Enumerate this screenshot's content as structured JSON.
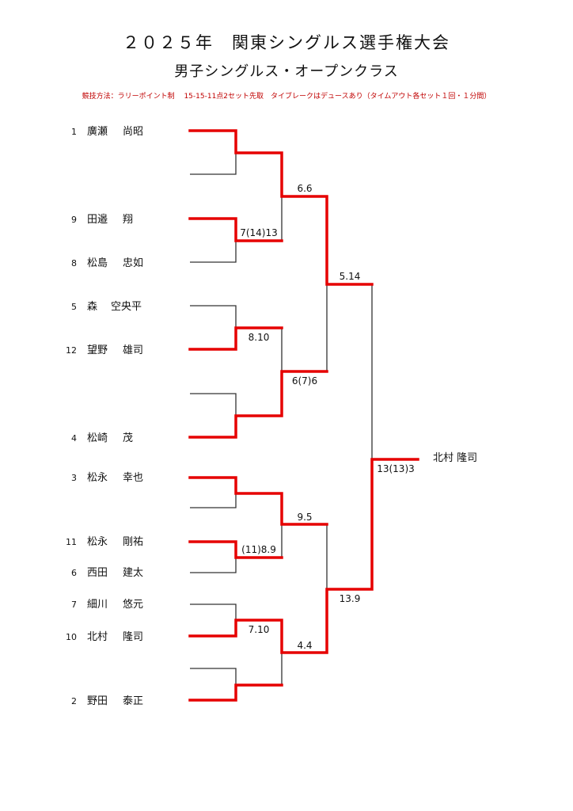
{
  "header": {
    "title": "２０２５年　関東シングルス選手権大会",
    "subtitle": "男子シングルス・オープンクラス",
    "rules": "競技方法：ラリーポイント制　 15-15-11点2セット先取　タイブレークはデュースあり（タイムアウト各セット１回・１分間）"
  },
  "players": [
    {
      "seed": "1",
      "surname": "廣瀬",
      "given": "尚昭"
    },
    {
      "seed": "9",
      "surname": "田邉",
      "given": "翔"
    },
    {
      "seed": "8",
      "surname": "松島",
      "given": "忠如"
    },
    {
      "seed": "5",
      "surname": "森",
      "given": "空央平"
    },
    {
      "seed": "12",
      "surname": "望野",
      "given": "雄司"
    },
    {
      "seed": "4",
      "surname": "松崎",
      "given": "茂"
    },
    {
      "seed": "3",
      "surname": "松永",
      "given": "幸也"
    },
    {
      "seed": "11",
      "surname": "松永",
      "given": "剛祐"
    },
    {
      "seed": "6",
      "surname": "西田",
      "given": "建太"
    },
    {
      "seed": "7",
      "surname": "細川",
      "given": "悠元"
    },
    {
      "seed": "10",
      "surname": "北村",
      "given": "隆司"
    },
    {
      "seed": "2",
      "surname": "野田",
      "given": "泰正"
    }
  ],
  "scores": {
    "r1_9v8": "7(14)13",
    "r1_5v12": "8.10",
    "r1_11v6": "(11)8.9",
    "r1_7v10": "7.10",
    "r2_a": "6.6",
    "r2_b": "6(7)6",
    "r2_c": "9.5",
    "r2_d": "4.4",
    "sf_top": "5.14",
    "sf_bottom": "13.9",
    "final": "13(13)3"
  },
  "champion": "北村 隆司",
  "colors": {
    "winner_line": "#e60000",
    "rules_text": "#c00000"
  }
}
